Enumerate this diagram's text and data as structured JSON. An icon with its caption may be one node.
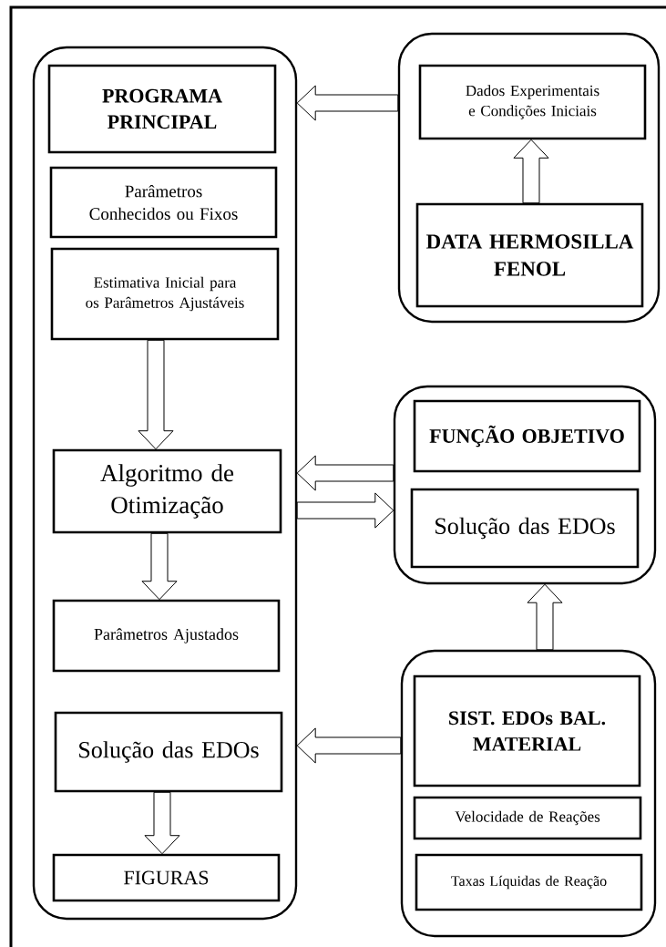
{
  "diagram": {
    "nodes": [
      {
        "text": [],
        "shape": "box"
      },
      {
        "text": [
          "PROGRAMA PRINCIPAL"
        ],
        "in": 0
      },
      {
        "text": [
          "Parâmetros Conhecidos ou Fixos"
        ],
        "in": 0
      },
      {
        "text": [
          "Estimativa Inicial para os Parâmetros Ajustáveis"
        ],
        "in": 0
      },
      {
        "text": [
          "Algoritmo de Otimização"
        ],
        "in": 0
      },
      {
        "text": [
          "Parâmetros Ajustados"
        ],
        "in": 0
      },
      {
        "text": [
          "Solução das EDOs"
        ],
        "in": 0
      },
      {
        "text": [
          "FIGURAS"
        ],
        "in": 0
      },
      {
        "text": [],
        "shape": "box"
      },
      {
        "text": [
          "Dados Experimentais e Condições Iniciais"
        ],
        "in": 8
      },
      {
        "text": [
          "DATA HERMOSILLA FENOL"
        ],
        "in": 8
      },
      {
        "text": [],
        "shape": "box"
      },
      {
        "text": [
          "FUNÇÃO OBJETIVO"
        ],
        "in": 11
      },
      {
        "text": [
          "Solução das EDOs"
        ],
        "in": 11
      },
      {
        "text": [],
        "shape": "box"
      },
      {
        "text": [
          "SIST. EDOs BAL. MATERIAL"
        ],
        "in": 14
      },
      {
        "text": [
          "Velocidade de Reações"
        ],
        "in": 14
      },
      {
        "text": [
          "Taxas Líquidas de Reação"
        ],
        "in": 14
      }
    ],
    "edges": [
      {
        "from": 8,
        "to": 0,
        "arrow": "to"
      },
      {
        "from": 10,
        "to": 9,
        "arrow": "to"
      },
      {
        "from": 3,
        "to": 4,
        "arrow": "to"
      },
      {
        "from": 11,
        "to": 0,
        "arrow": "to"
      },
      {
        "from": 0,
        "to": 11,
        "arrow": "to"
      },
      {
        "from": 4,
        "to": 5,
        "arrow": "to"
      },
      {
        "from": 14,
        "to": 11,
        "arrow": "to"
      },
      {
        "from": 14,
        "to": 0,
        "arrow": "to"
      },
      {
        "from": 6,
        "to": 7,
        "arrow": "to"
      }
    ]
  }
}
